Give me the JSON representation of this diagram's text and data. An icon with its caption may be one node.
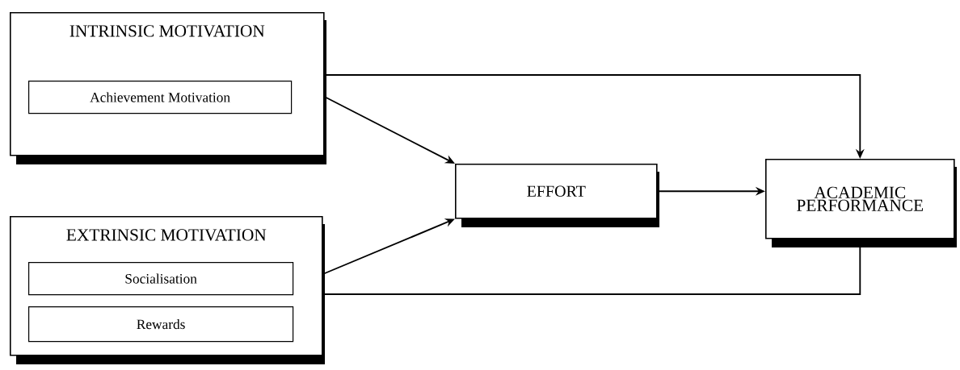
{
  "diagram": {
    "nodes": [
      {
        "text": [
          "INTRINSIC MOTIVATION"
        ]
      },
      {
        "text": [
          "Achievement Motivation"
        ],
        "in": 0
      },
      {
        "text": [
          "EXTRINSIC MOTIVATION"
        ]
      },
      {
        "text": [
          "Socialisation"
        ],
        "in": 2
      },
      {
        "text": [
          "Rewards"
        ],
        "in": 2
      },
      {
        "text": [
          "EFFORT"
        ]
      },
      {
        "text": [
          "ACADEMIC PERFORMANCE"
        ]
      }
    ],
    "edges": [
      {
        "from": 0,
        "to": 6,
        "arrow": "to"
      },
      {
        "from": 0,
        "to": 5,
        "arrow": "to"
      },
      {
        "from": 2,
        "to": 5,
        "arrow": "to"
      },
      {
        "from": 5,
        "to": 6,
        "arrow": "to"
      },
      {
        "from": 2,
        "to": 6,
        "arrow": "none"
      }
    ]
  }
}
